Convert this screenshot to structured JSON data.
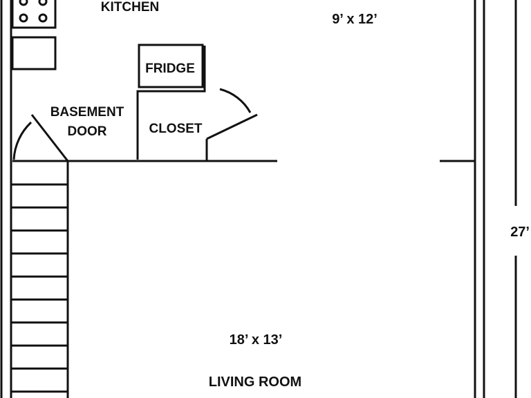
{
  "floorplan": {
    "colors": {
      "line": "#111111",
      "background": "#ffffff"
    },
    "icons": [
      "stove-burner-icon",
      "door-swing-arc-icon",
      "stair-treads-icon"
    ],
    "rooms": {
      "kitchen": {
        "name": "KITCHEN",
        "dimensions": "9’ x 12’"
      },
      "living_room": {
        "name": "LIVING ROOM",
        "dimensions": "18’ x 13’"
      }
    },
    "fixtures": {
      "fridge": "FRIDGE",
      "closet": "CLOSET",
      "basement_door_line1": "BASEMENT",
      "basement_door_line2": "DOOR"
    },
    "overall_dimension": "27’",
    "stair_treads_visible": 11
  }
}
